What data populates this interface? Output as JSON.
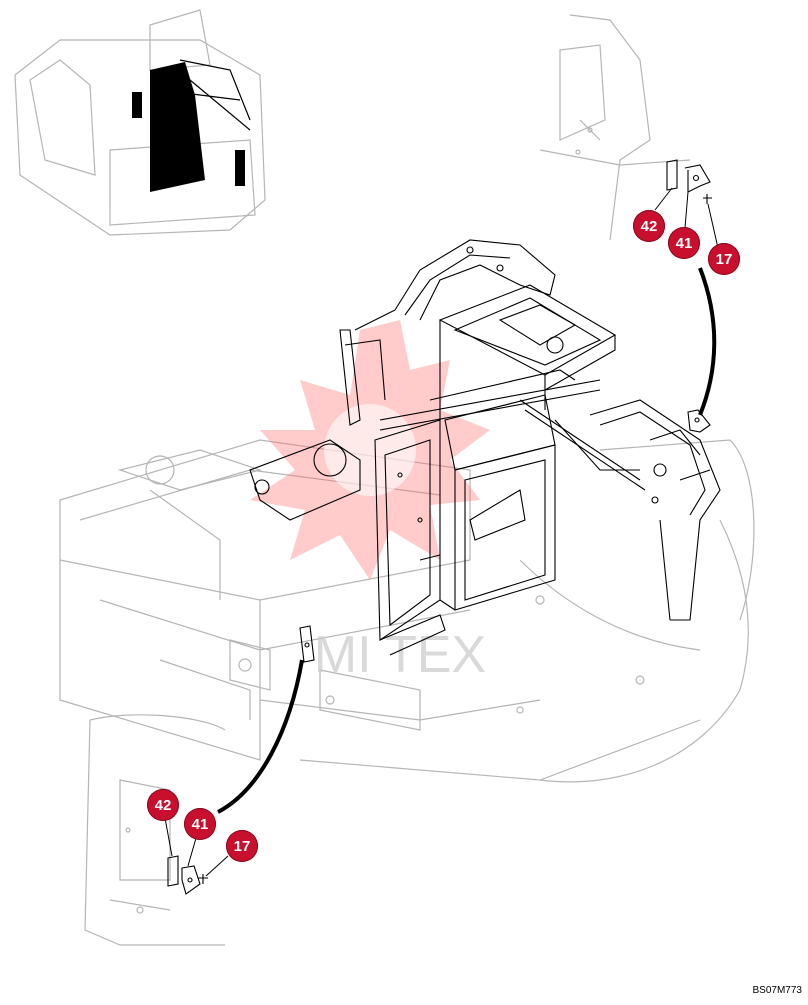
{
  "drawing_code": "BS07M773",
  "colors": {
    "callout": "#c8102e",
    "line": "#000000",
    "ghost": "#b5b5b5",
    "watermark": "#ff8a8a"
  },
  "callouts": {
    "top_42": "42",
    "top_41": "41",
    "top_17": "17",
    "bottom_42": "42",
    "bottom_41": "41",
    "bottom_17": "17"
  },
  "watermark": {
    "text": "MI TEX"
  }
}
